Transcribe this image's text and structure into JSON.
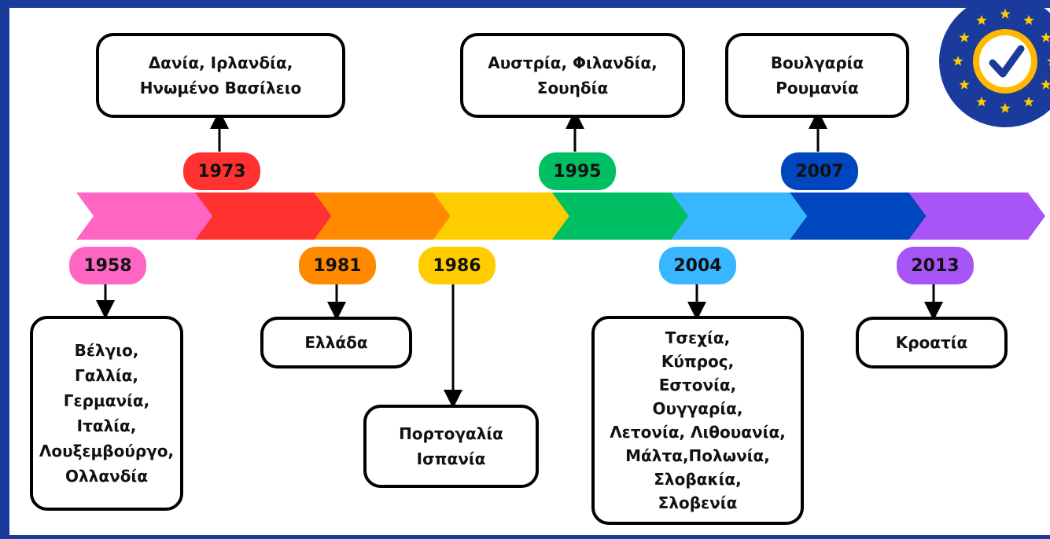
{
  "colors": {
    "border": "#1a3a9c",
    "pink": "#ff66c4",
    "red": "#ff3131",
    "orange": "#ff8a00",
    "yellow": "#ffcc00",
    "green": "#00bf63",
    "lightblue": "#38b6ff",
    "darkblue": "#0046be",
    "purple": "#a855f7"
  },
  "badge": {
    "icon": "eu-stars-clock-check-icon"
  },
  "events": [
    {
      "year": "1958",
      "color": "#ff66c4",
      "countries": [
        "Βέλγιο,",
        "Γαλλία,",
        "Γερμανία,",
        "Ιταλία,",
        "Λουξεμβούργο,",
        "Ολλανδία"
      ]
    },
    {
      "year": "1973",
      "color": "#ff3131",
      "countries": [
        "Δανία, Ιρλανδία,",
        "Ηνωμένο Βασίλειο"
      ]
    },
    {
      "year": "1981",
      "color": "#ff8a00",
      "countries": [
        "Ελλάδα"
      ]
    },
    {
      "year": "1986",
      "color": "#ffcc00",
      "countries": [
        "Πορτογαλία",
        "Ισπανία"
      ]
    },
    {
      "year": "1995",
      "color": "#00bf63",
      "countries": [
        "Αυστρία, Φιλανδία,",
        "Σουηδία"
      ]
    },
    {
      "year": "2004",
      "color": "#38b6ff",
      "countries": [
        "Τσεχία,",
        "Κύπρος,",
        "Εστονία,",
        "Ουγγαρία,",
        "Λετονία, Λιθουανία,",
        "Μάλτα,Πολωνία,",
        "Σλοβακία,",
        "Σλοβενία"
      ]
    },
    {
      "year": "2007",
      "color": "#0046be",
      "countries": [
        "Βουλγαρία",
        "Ρουμανία"
      ]
    },
    {
      "year": "2013",
      "color": "#a855f7",
      "countries": [
        "Κροατία"
      ]
    }
  ]
}
